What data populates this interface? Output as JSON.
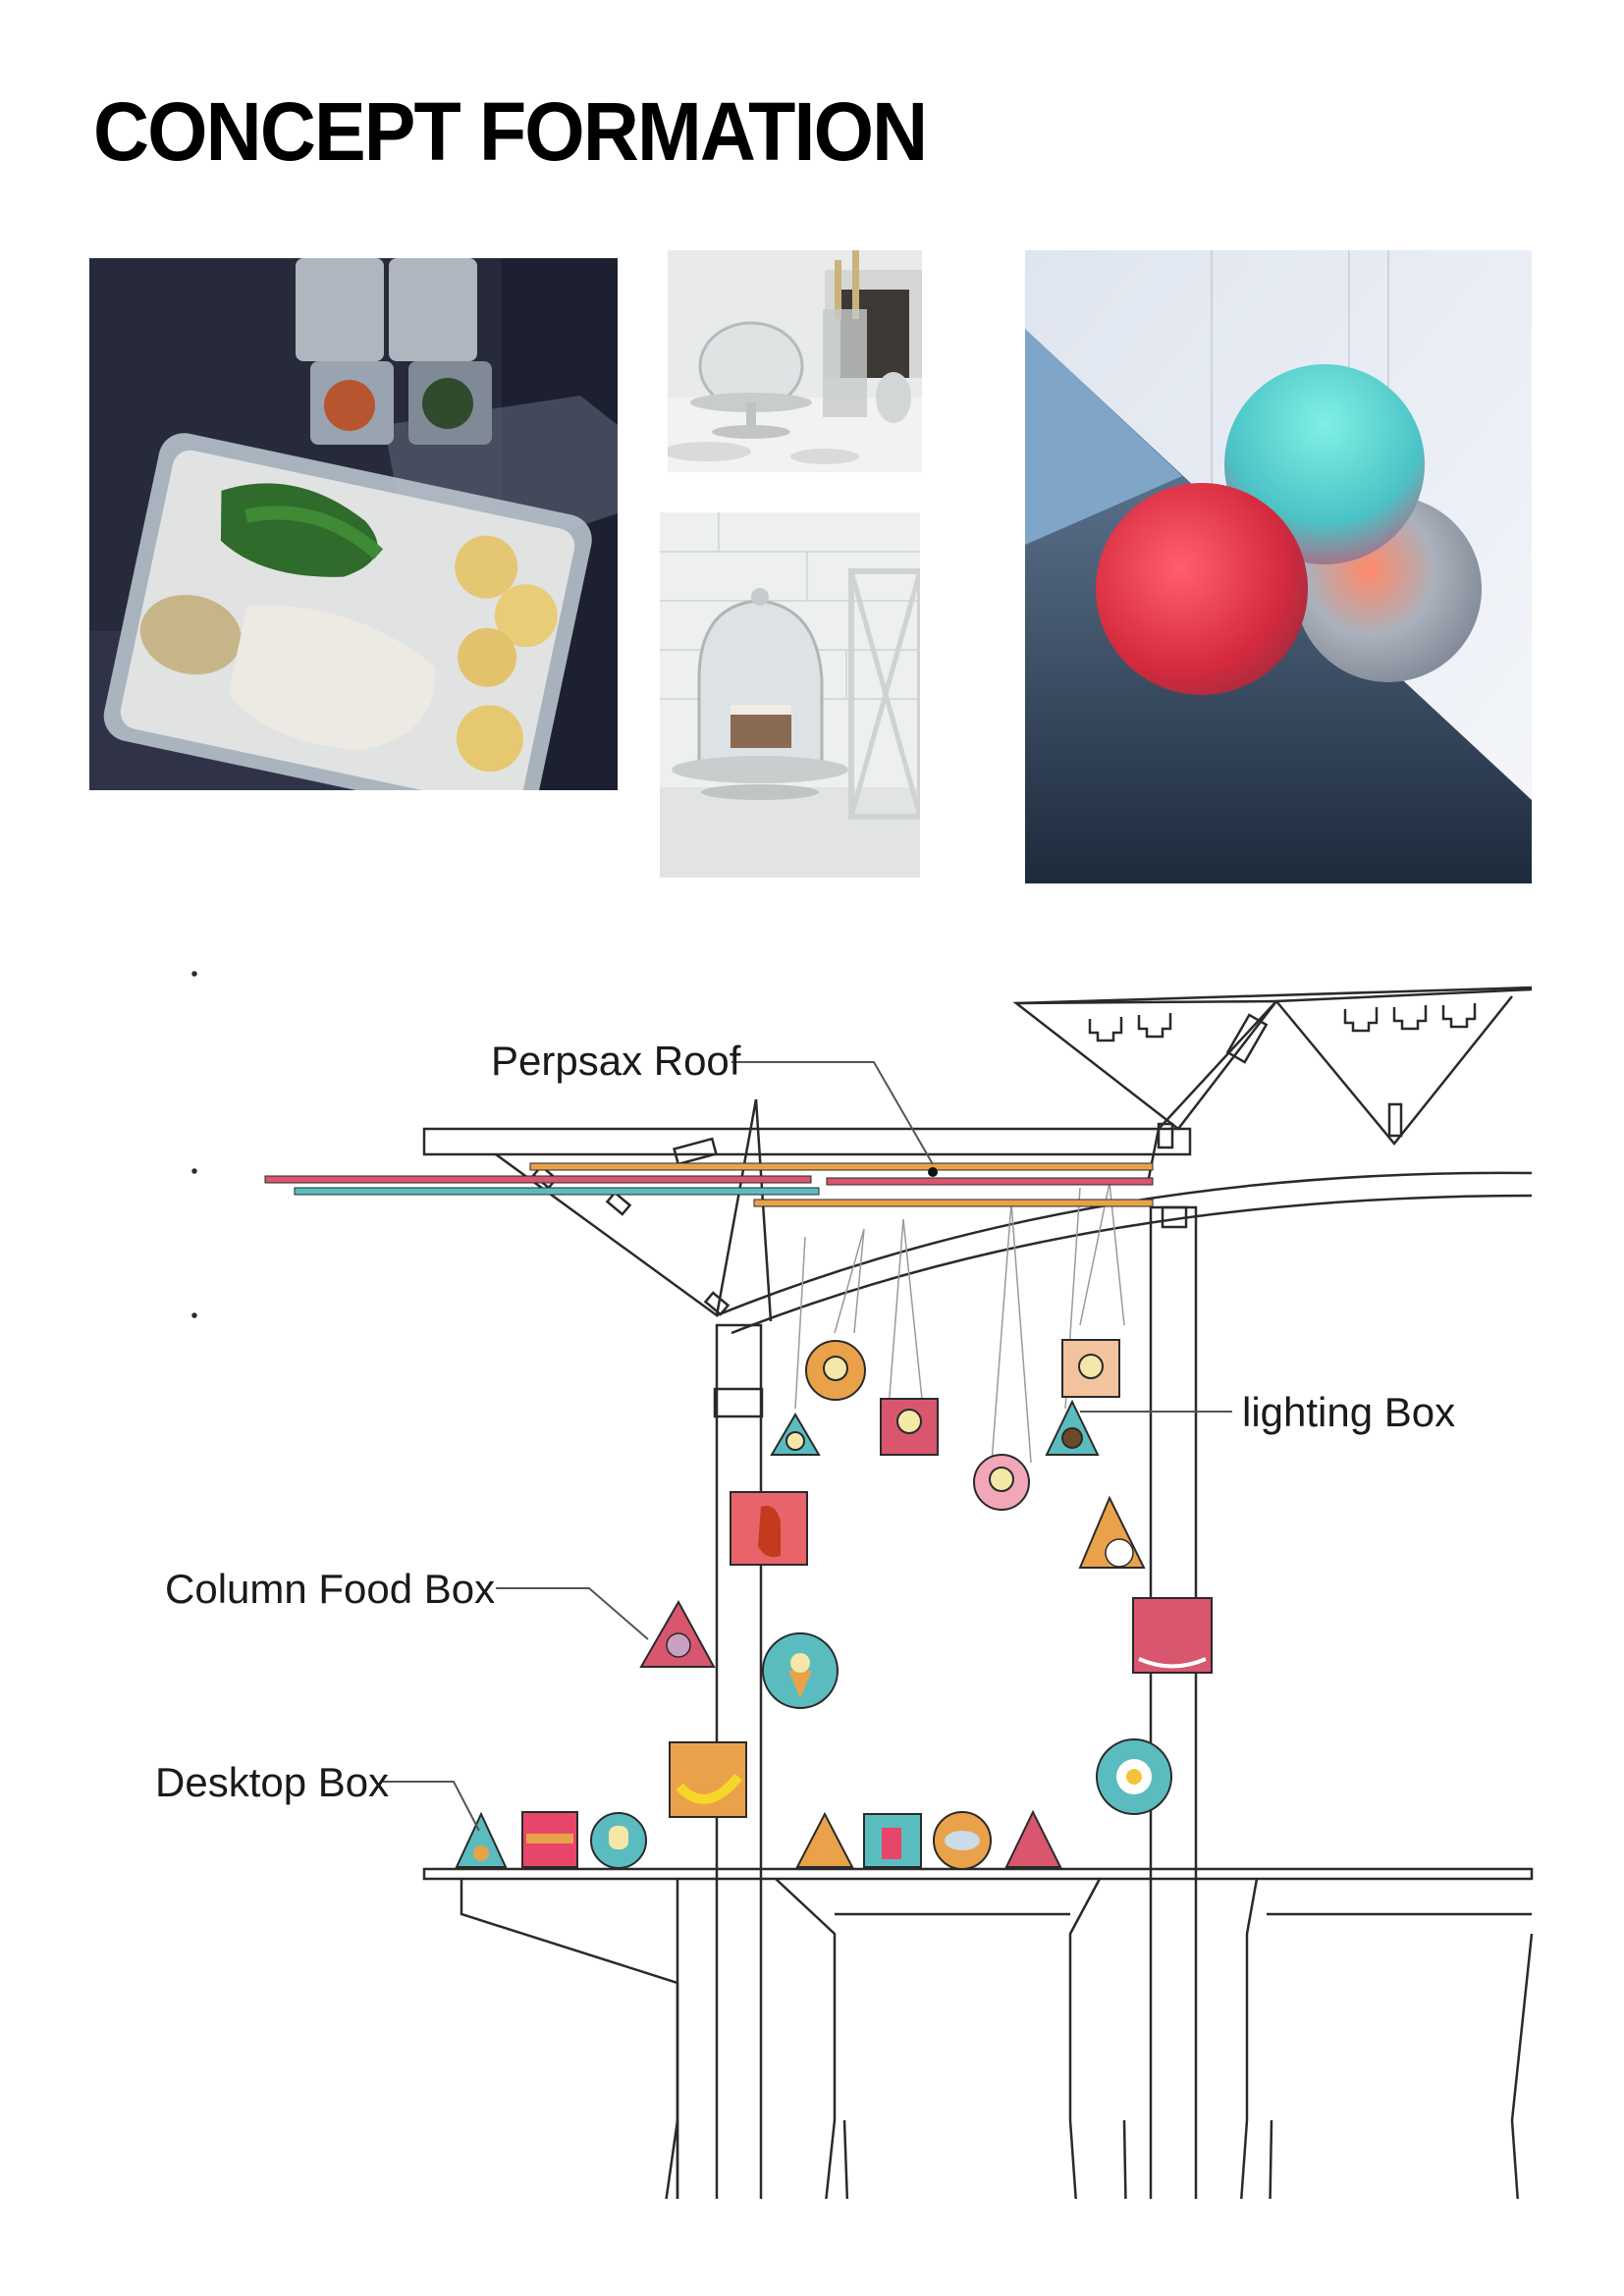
{
  "page": {
    "title": "CONCEPT FORMATION"
  },
  "photos": [
    {
      "subject": "meal-prep-containers"
    },
    {
      "subject": "glass-cake-stand"
    },
    {
      "subject": "glass-cloche-dessert"
    },
    {
      "subject": "pendant-sphere-lights"
    }
  ],
  "diagram": {
    "labels": {
      "roof": "Perpsax Roof",
      "lighting": "lighting Box",
      "column_food": "Column Food Box",
      "desktop": "Desktop Box"
    },
    "colors": {
      "line": "#2a2a2a",
      "pink": "#d9566f",
      "teal": "#5bbcc0",
      "orange": "#e9a24a",
      "tan": "#d9a373"
    }
  }
}
